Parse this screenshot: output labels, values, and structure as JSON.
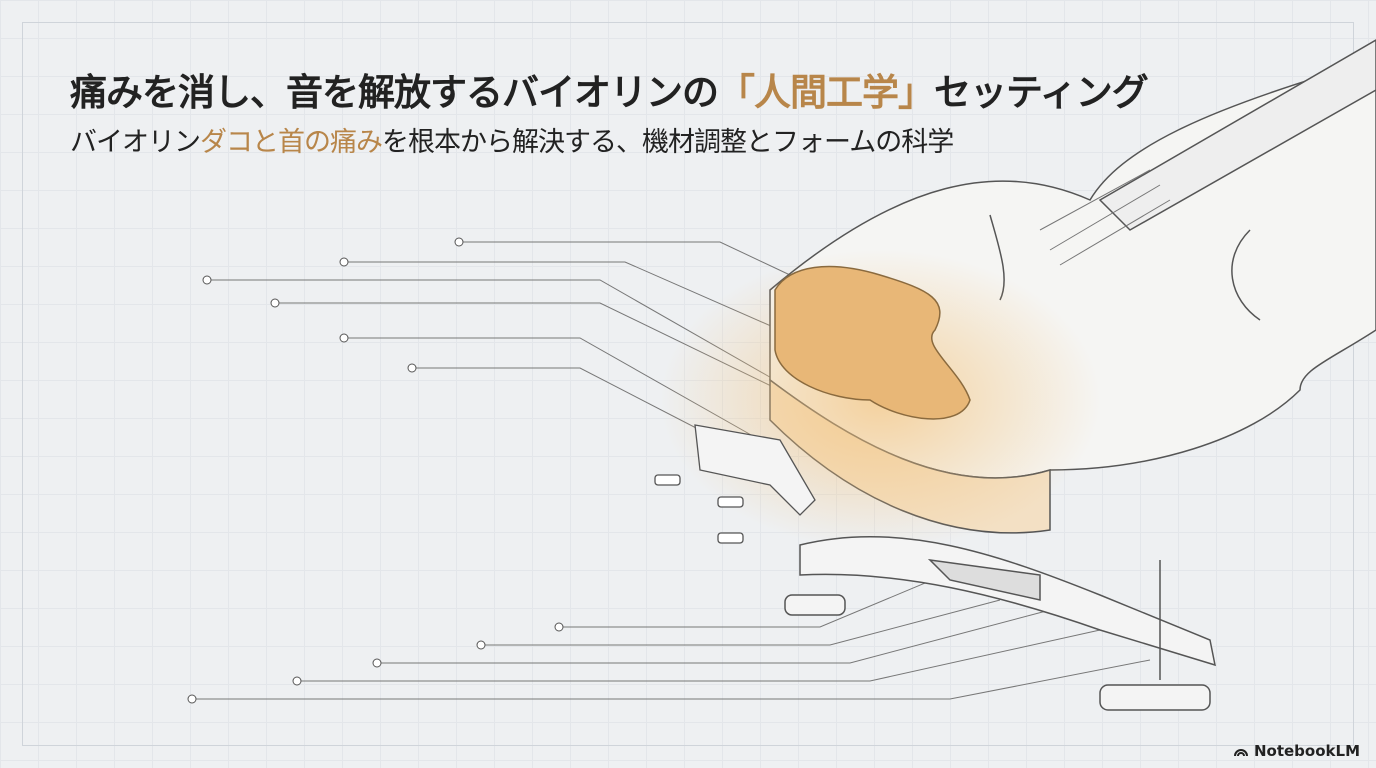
{
  "title": {
    "before": "痛みを消し、音を解放するバイオリンの",
    "highlight": "「人間工学」",
    "after": "セッティング"
  },
  "subtitle": {
    "before": "バイオリン",
    "highlight": "ダコと首の痛み",
    "after": "を根本から解決する、機材調整とフォームの科学"
  },
  "logo": {
    "text": "NotebookLM",
    "icon": "notebooklm-logo-icon"
  },
  "colors": {
    "accent": "#b8864a",
    "text": "#222222",
    "background": "#eef0f2"
  }
}
